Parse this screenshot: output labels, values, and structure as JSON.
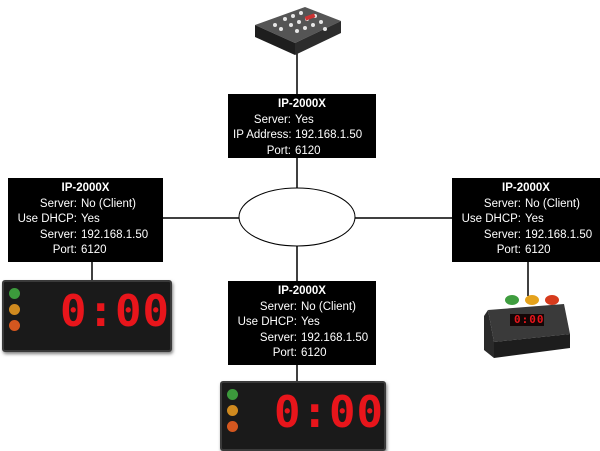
{
  "colors": {
    "box_bg": "#000000",
    "box_text": "#ffffff",
    "digit_red": "#e8151b",
    "line": "#000000"
  },
  "nodes": {
    "top": {
      "title": "IP-2000X",
      "rows": [
        {
          "k": "Server:",
          "v": "Yes"
        },
        {
          "k": "IP Address:",
          "v": "192.168.1.50"
        },
        {
          "k": "Port:",
          "v": "6120"
        }
      ]
    },
    "left": {
      "title": "IP-2000X",
      "rows": [
        {
          "k": "Server:",
          "v": "No (Client)"
        },
        {
          "k": "Use DHCP:",
          "v": "Yes"
        },
        {
          "k": "Server:",
          "v": "192.168.1.50"
        },
        {
          "k": "Port:",
          "v": "6120"
        }
      ]
    },
    "right": {
      "title": "IP-2000X",
      "rows": [
        {
          "k": "Server:",
          "v": "No (Client)"
        },
        {
          "k": "Use DHCP:",
          "v": "Yes"
        },
        {
          "k": "Server:",
          "v": "192.168.1.50"
        },
        {
          "k": "Port:",
          "v": "6120"
        }
      ]
    },
    "bottom": {
      "title": "IP-2000X",
      "rows": [
        {
          "k": "Server:",
          "v": "No (Client)"
        },
        {
          "k": "Use DHCP:",
          "v": "Yes"
        },
        {
          "k": "Server:",
          "v": "192.168.1.50"
        },
        {
          "k": "Port:",
          "v": "6120"
        }
      ]
    }
  },
  "devices": {
    "left_display": {
      "icon": "led-clock-display-icon",
      "time": "0:00"
    },
    "bottom_display": {
      "icon": "led-clock-display-icon",
      "time": "0:00"
    },
    "top_controller": {
      "icon": "remote-controller-icon"
    },
    "right_timer": {
      "icon": "desktop-timer-icon",
      "time": "0:00"
    }
  }
}
